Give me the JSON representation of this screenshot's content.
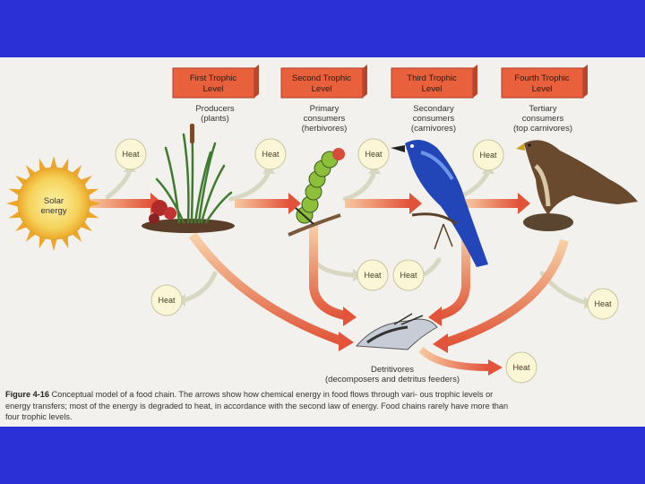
{
  "levels": [
    {
      "label_line1": "First Trophic",
      "label_line2": "Level"
    },
    {
      "label_line1": "Second Trophic",
      "label_line2": "Level"
    },
    {
      "label_line1": "Third Trophic",
      "label_line2": "Level"
    },
    {
      "label_line1": "Fourth Trophic",
      "label_line2": "Level"
    }
  ],
  "organisms": [
    {
      "line1": "Producers",
      "line2": "(plants)"
    },
    {
      "line1": "Primary",
      "line2": "consumers",
      "line3": "(herbivores)"
    },
    {
      "line1": "Secondary",
      "line2": "consumers",
      "line3": "(carnivores)"
    },
    {
      "line1": "Tertiary",
      "line2": "consumers",
      "line3": "(top carnivores)"
    }
  ],
  "solar": {
    "line1": "Solar",
    "line2": "energy"
  },
  "heat_label": "Heat",
  "detritivores": {
    "line1": "Detritivores",
    "line2": "(decomposers and detritus feeders)"
  },
  "caption": {
    "figure_label": "Figure 4-16",
    "line1": "Conceptual model of a food chain. The arrows show how chemical energy in food flows through vari-",
    "line2": "ous trophic levels or energy transfers; most of the energy is degraded to heat, in accordance with the second law",
    "line3": "of energy. Food chains rarely have more than four trophic levels."
  },
  "colors": {
    "background": "#2a2fd6",
    "level_box": "#e8603c",
    "energy_arrow": "#e06a3a",
    "heat_arrow": "#dcdcc8",
    "heat_bubble": "#fbf7d6",
    "sun": "#f3c23a"
  }
}
